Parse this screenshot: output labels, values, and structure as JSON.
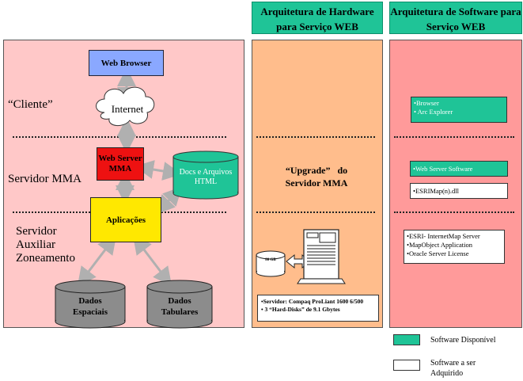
{
  "headers": {
    "hardware": "Arquitetura de Hardware para Serviço WEB",
    "software": "Arquitetura de Software para Serviço WEB"
  },
  "left": {
    "web_browser": "Web Browser",
    "cliente": "“Cliente”",
    "internet": "Internet",
    "web_server": "Web Server MMA",
    "servidor_mma": "Servidor MMA",
    "docs": "Docs e Arquivos HTML",
    "aplicacoes": "Aplicações",
    "servidor_auxiliar": "Servidor Auxiliar Zoneamento",
    "dados_espaciais": "Dados Espaciais",
    "dados_tabulares": "Dados Tabulares"
  },
  "middle": {
    "upgrade_line1": "“Upgrade”   do",
    "upgrade_line2": "Servidor MMA",
    "disk_label": "80 GB",
    "server_line1": "•Servidor: Compaq ProLiant 1600 6/500",
    "server_line2": "• 3 “Hard-Disks” de 9.1 Gbytes"
  },
  "right": {
    "box1_line1": "•Browser",
    "box1_line2": "• Arc Explorer",
    "box2": "•Web Server Software",
    "box3": "•ESRIMap(n).dll",
    "box4_line1": "•ESRI- InternetMap Server",
    "box4_line2": "•MapObject Application",
    "box4_line3": "•Oracle Server License"
  },
  "legend": {
    "available": "Software Disponível",
    "to_acquire": "Software a  ser Adquirido"
  },
  "colors": {
    "green": "#1fc497",
    "left_bg": "#ffc8c8",
    "mid_bg": "#ffbd8c",
    "right_bg": "#ff9a9a",
    "browser_blue": "#8aa8ff",
    "server_red": "#ee1111",
    "app_yellow": "#ffe800",
    "db_gray": "#8c8c8c"
  }
}
